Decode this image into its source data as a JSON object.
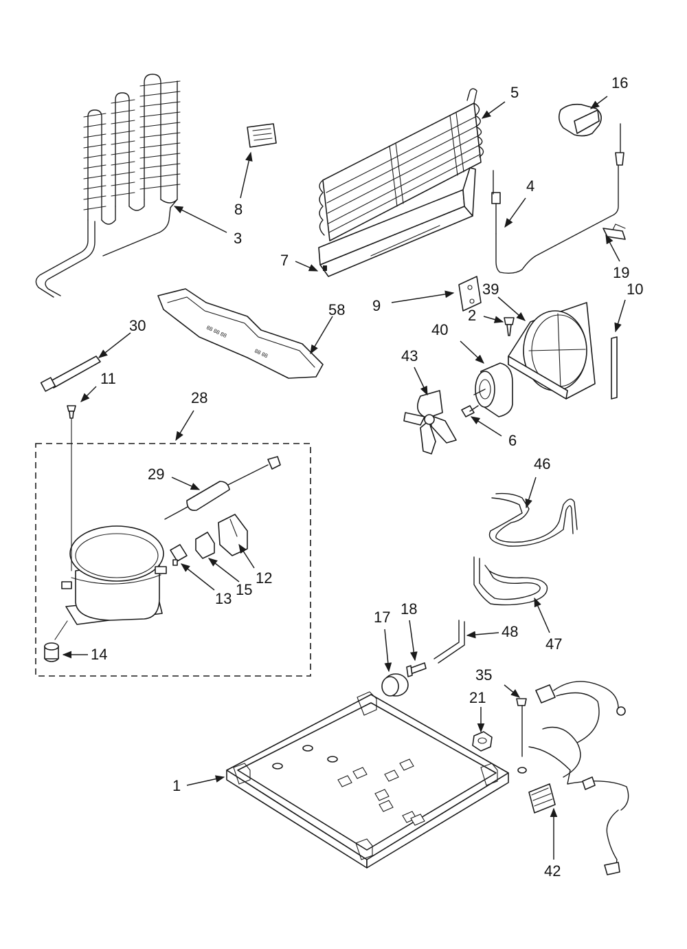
{
  "callouts": {
    "c1": "1",
    "c2": "2",
    "c3": "3",
    "c4": "4",
    "c5": "5",
    "c6": "6",
    "c7": "7",
    "c8": "8",
    "c9": "9",
    "c10": "10",
    "c11": "11",
    "c12": "12",
    "c13": "13",
    "c14": "14",
    "c15": "15",
    "c16": "16",
    "c17": "17",
    "c18": "18",
    "c19": "19",
    "c21": "21",
    "c28": "28",
    "c29": "29",
    "c30": "30",
    "c35": "35",
    "c39": "39",
    "c40": "40",
    "c42": "42",
    "c43": "43",
    "c46": "46",
    "c47": "47",
    "c48": "48",
    "c58": "58"
  }
}
